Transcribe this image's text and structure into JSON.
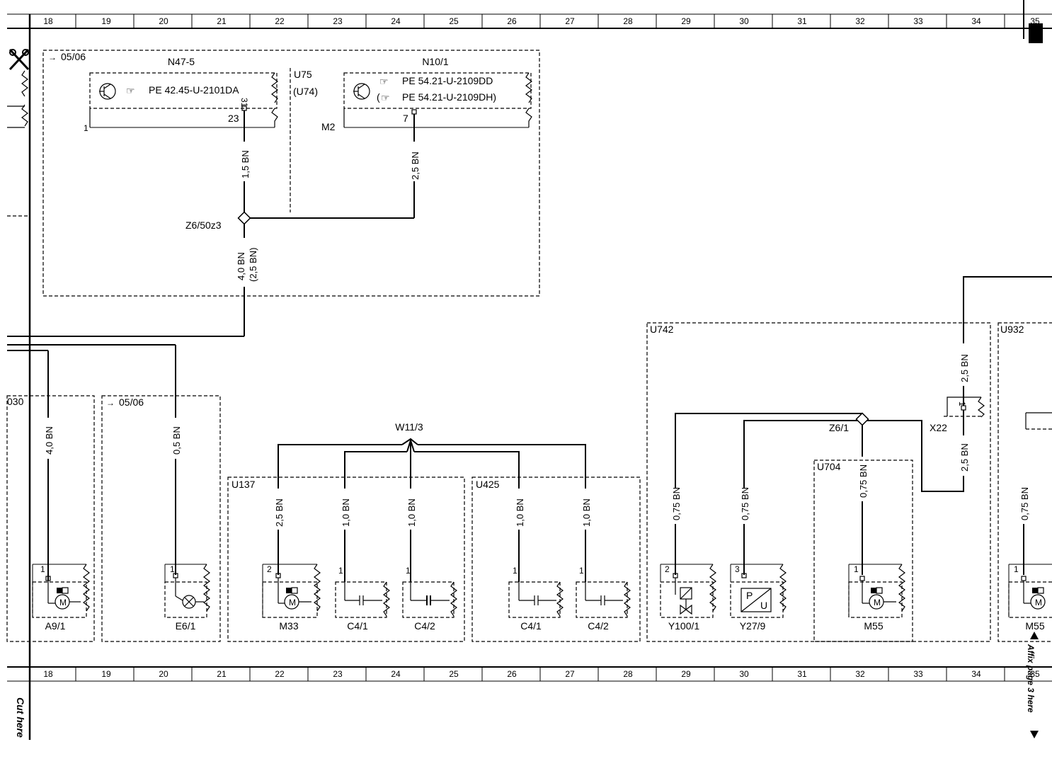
{
  "grid": {
    "columns": [
      "18",
      "19",
      "20",
      "21",
      "22",
      "23",
      "24",
      "25",
      "26",
      "27",
      "28",
      "29",
      "30",
      "31",
      "32",
      "33",
      "34",
      "35"
    ]
  },
  "edge_notes": {
    "cut_here": "Cut here",
    "affix_page": "Affix page 3 here"
  },
  "top_block": {
    "date_ref": "05/06",
    "n47_label": "N47-5",
    "n47_ref": "PE 42.45-U-2101DA",
    "n47_pin_31": "31",
    "n47_pin_23": "23",
    "n47_pin_1": "1",
    "u75": "U75",
    "u74": "(U74)",
    "n10_label": "N10/1",
    "n10_ref1": "PE 54.21-U-2109DD",
    "n10_ref2": "(",
    "n10_ref3": "PE 54.21-U-2109DH)",
    "n10_pin": "7",
    "m2": "M2",
    "wire_n47": "1,5 BN",
    "wire_n10": "2,5 BN",
    "splice": "Z6/50z3",
    "wire_main_a": "4,0 BN",
    "wire_main_b": "(2,5 BN)"
  },
  "left_block": {
    "partial_code": "030",
    "date_ref": "05/06",
    "wire_a9": "4,0 BN",
    "wire_e6": "0,5 BN",
    "a9_pin": "1",
    "a9_label": "A9/1",
    "e6_pin": "1",
    "e6_label": "E6/1"
  },
  "middle_block": {
    "connector": "W11/3",
    "u137": "U137",
    "u425": "U425",
    "wire_m33": "2,5 BN",
    "wire_c41a": "1,0 BN",
    "wire_c42a": "1,0 BN",
    "wire_c41b": "1,0 BN",
    "wire_c42b": "1,0 BN",
    "m33_pin": "2",
    "m33_label": "M33",
    "c41a_pin": "1",
    "c41a_label": "C4/1",
    "c42a_pin": "1",
    "c42a_label": "C4/2",
    "c41b_pin": "1",
    "c41b_label": "C4/1",
    "c42b_pin": "1",
    "c42b_label": "C4/2"
  },
  "right_block": {
    "u742": "U742",
    "u932": "U932",
    "u704": "U704",
    "splice": "Z6/1",
    "x22": "X22",
    "x22_pin": "1",
    "wire_top": "2,5 BN",
    "wire_x22": "2,5 BN",
    "wire_y100": "0,75 BN",
    "wire_y27": "0,75 BN",
    "wire_m55": "0,75 BN",
    "wire_m55b": "0,75 BN",
    "y100_pin": "2",
    "y100_label": "Y100/1",
    "y27_pin": "3",
    "y27_label": "Y27/9",
    "y27_p": "P",
    "y27_u": "U",
    "m55_pin": "1",
    "m55_label": "M55",
    "m55b_pin": "1",
    "m55b_label": "M55"
  },
  "symbols": {
    "motor": "M",
    "ref_icon": "pointing-hand-icon",
    "transistor_icon": "transistor-icon",
    "scissors_icon": "scissors-icon"
  }
}
